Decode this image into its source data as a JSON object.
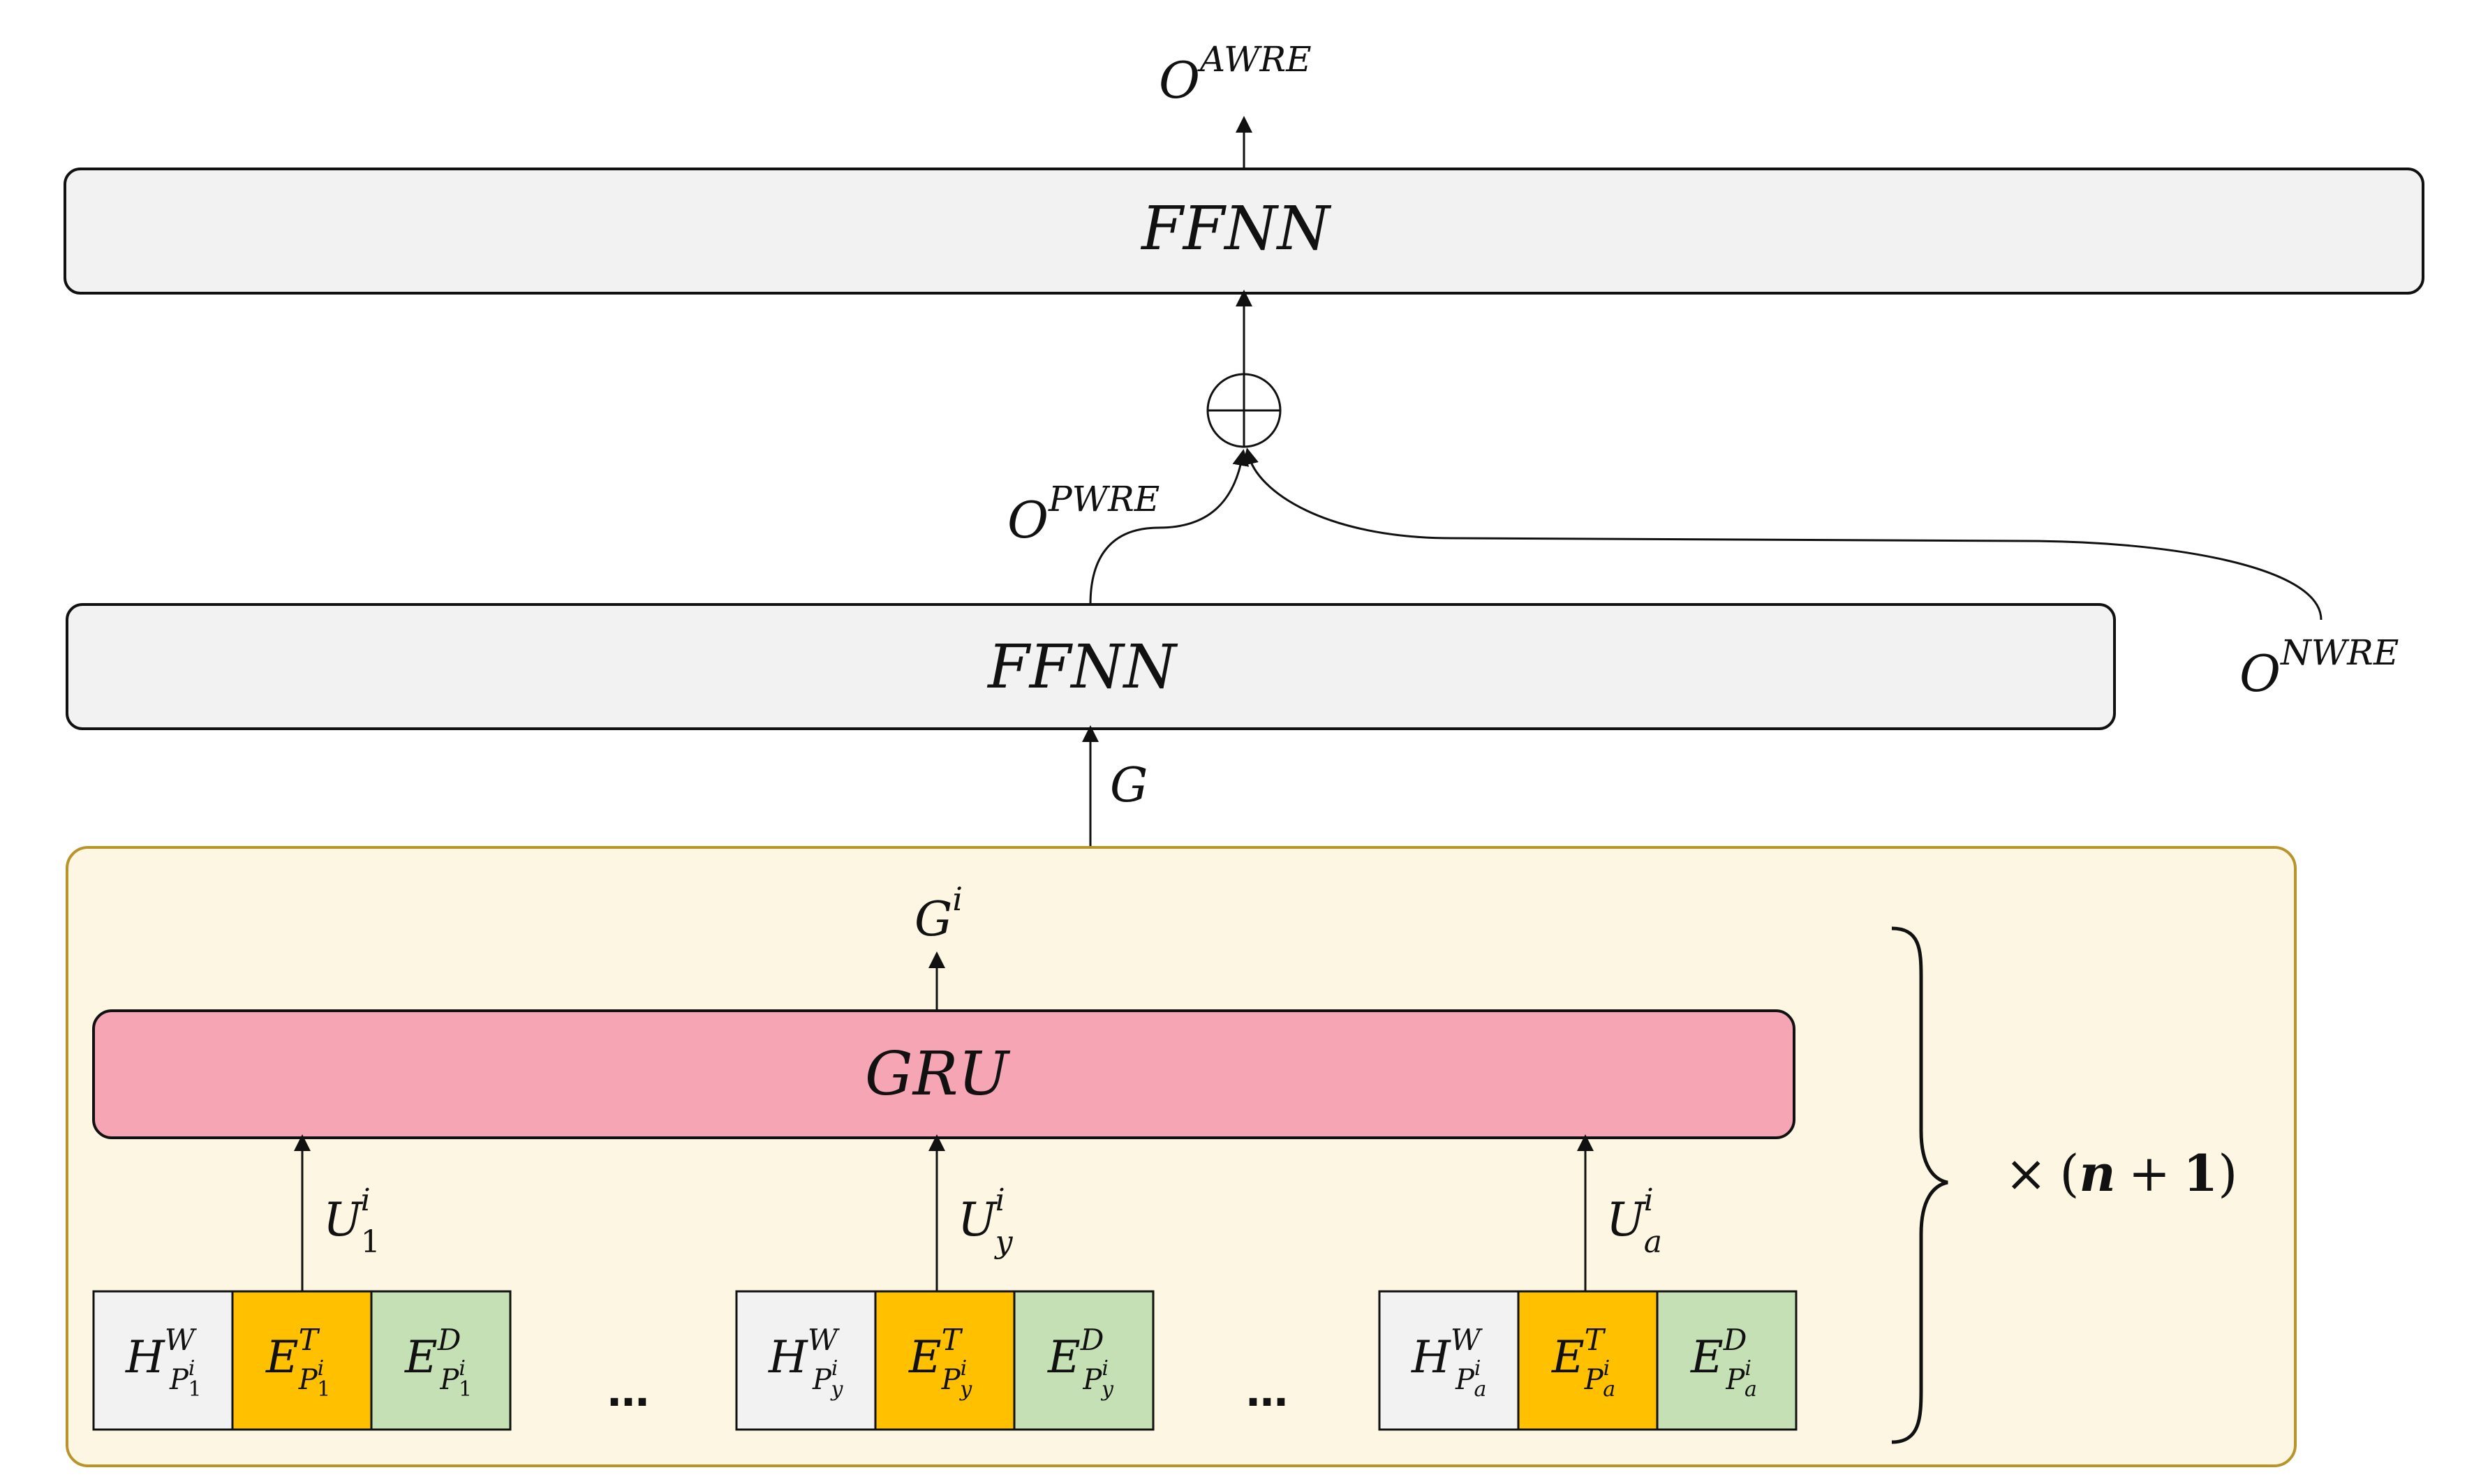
{
  "colors": {
    "ffnn_fill": "#f2f2f2",
    "gru_fill": "#f6a5b4",
    "container_fill": "#fdf6e3",
    "container_stroke": "#b8942a",
    "h_fill": "#f2f2f2",
    "et_fill": "#ffc000",
    "ed_fill": "#c5e0b4",
    "stroke": "#111111"
  },
  "top_ffnn": {
    "label": "FFNN"
  },
  "mid_ffnn": {
    "label": "FFNN"
  },
  "gru": {
    "label": "GRU"
  },
  "outputs": {
    "awre": {
      "base": "O",
      "sup": "AWRE"
    },
    "pwre": {
      "base": "O",
      "sup": "PWRE"
    },
    "nwre": {
      "base": "O",
      "sup": "NWRE"
    },
    "g": {
      "base": "G"
    },
    "gi": {
      "base": "G",
      "sup": "i"
    }
  },
  "repeat": {
    "times": "×",
    "expr": "n",
    "plus": "+",
    "one": "1",
    "open": "(",
    "close": ")"
  },
  "ellipsis": "…",
  "groups": [
    {
      "u": {
        "base": "U",
        "sup": "i",
        "sub": "1"
      },
      "h": {
        "base": "H",
        "sup": "W",
        "subbase": "P",
        "subsup": "i",
        "subsub": "1"
      },
      "et": {
        "base": "E",
        "sup": "T",
        "subbase": "P",
        "subsup": "i",
        "subsub": "1"
      },
      "ed": {
        "base": "E",
        "sup": "D",
        "subbase": "P",
        "subsup": "i",
        "subsub": "1"
      }
    },
    {
      "u": {
        "base": "U",
        "sup": "i",
        "sub": "y"
      },
      "h": {
        "base": "H",
        "sup": "W",
        "subbase": "P",
        "subsup": "i",
        "subsub": "y"
      },
      "et": {
        "base": "E",
        "sup": "T",
        "subbase": "P",
        "subsup": "i",
        "subsub": "y"
      },
      "ed": {
        "base": "E",
        "sup": "D",
        "subbase": "P",
        "subsup": "i",
        "subsub": "y"
      }
    },
    {
      "u": {
        "base": "U",
        "sup": "i",
        "sub": "a"
      },
      "h": {
        "base": "H",
        "sup": "W",
        "subbase": "P",
        "subsup": "i",
        "subsub": "a"
      },
      "et": {
        "base": "E",
        "sup": "T",
        "subbase": "P",
        "subsup": "i",
        "subsub": "a"
      },
      "ed": {
        "base": "E",
        "sup": "D",
        "subbase": "P",
        "subsup": "i",
        "subsub": "a"
      }
    }
  ]
}
